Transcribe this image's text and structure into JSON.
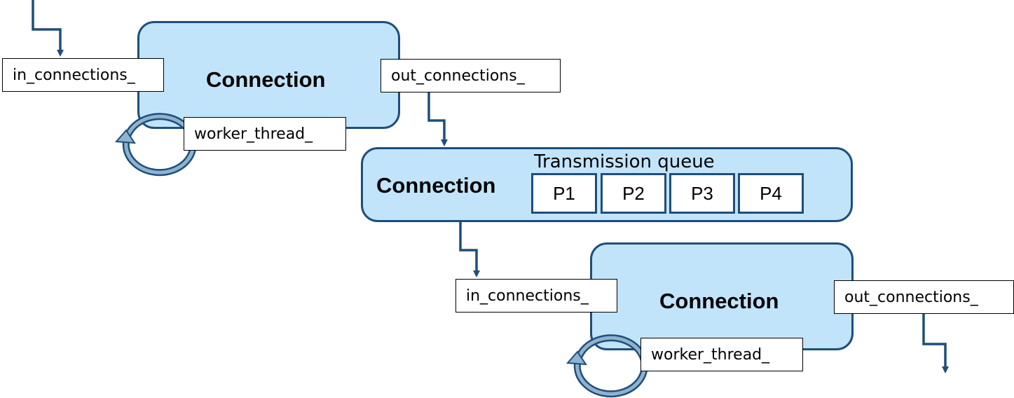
{
  "connections": [
    {
      "title": "Connection",
      "in_label": "in_connections_",
      "out_label": "out_connections_",
      "worker_label": "worker_thread_"
    },
    {
      "title": "Connection",
      "queue_title": "Transmission queue",
      "packets": [
        "P1",
        "P2",
        "P3",
        "P4"
      ]
    },
    {
      "title": "Connection",
      "in_label": "in_connections_",
      "out_label": "out_connections_",
      "worker_label": "worker_thread_"
    }
  ],
  "colors": {
    "box_fill": "#c2e4fb",
    "border": "#1f4e79",
    "arrow": "#1f4e79",
    "cycle_fill": "#8fb3cf"
  },
  "icons": {
    "worker_cycle": "circular-arrow-icon"
  }
}
